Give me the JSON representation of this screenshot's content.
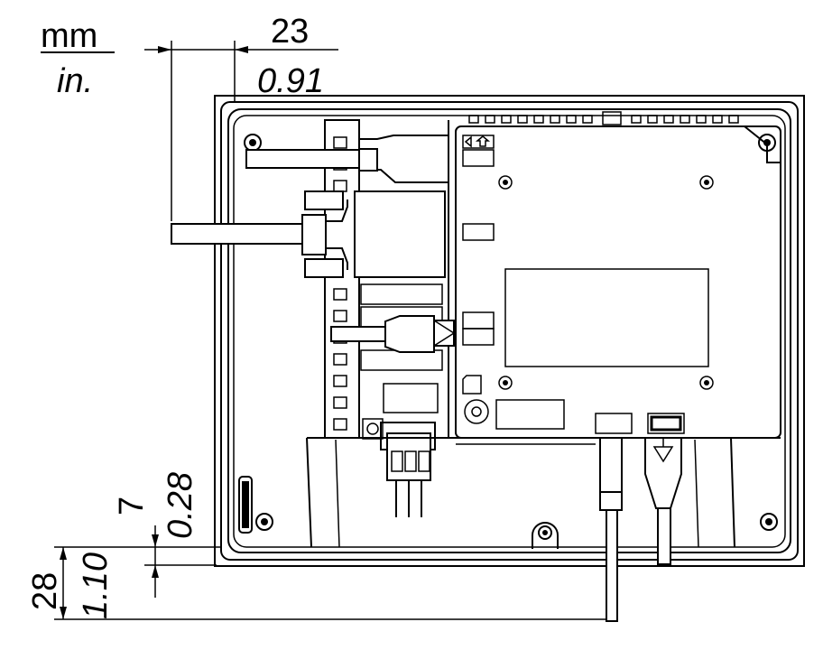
{
  "units": {
    "primary": "mm",
    "secondary": "in."
  },
  "dimensions": {
    "connector_depth": {
      "mm": "23",
      "in": "0.91"
    },
    "bezel_offset": {
      "mm": "7",
      "in": "0.28"
    },
    "total_depth": {
      "mm": "28",
      "in": "1.10"
    }
  }
}
